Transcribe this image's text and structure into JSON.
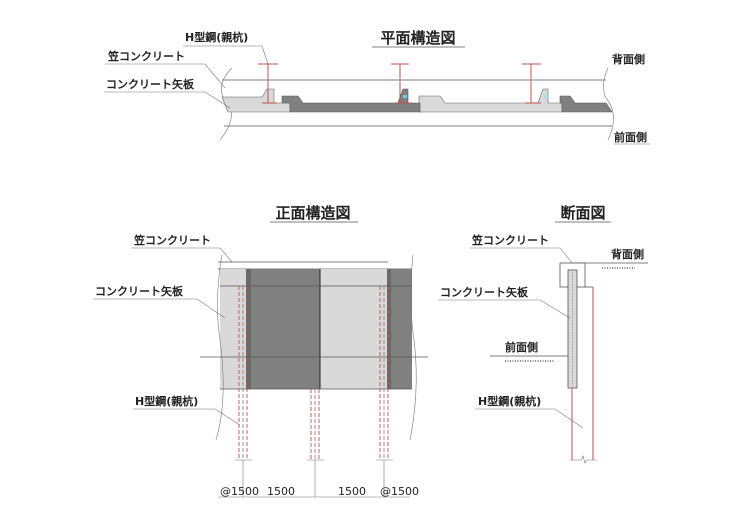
{
  "plan_view": {
    "title": "平面構造図",
    "labels": {
      "h_steel": "H型鋼(親杭)",
      "coping": "笠コンクリート",
      "panel": "コンクリート矢板",
      "back_side": "背面側",
      "front_side": "前面側"
    }
  },
  "front_view": {
    "title": "正面構造図",
    "labels": {
      "coping": "笠コンクリート",
      "panel": "コンクリート矢板",
      "h_steel": "H型鋼(親杭)"
    },
    "dimensions": [
      "@1500",
      "1500",
      "1500",
      "@1500"
    ]
  },
  "section_view": {
    "title": "断面図",
    "labels": {
      "coping": "笠コンクリート",
      "back_side": "背面側",
      "panel": "コンクリート矢板",
      "front_side": "前面側",
      "h_steel": "H型鋼(親杭)"
    }
  },
  "colors": {
    "light_panel": "#d9d9d9",
    "dark_panel": "#808080",
    "pile": "#c0504d"
  }
}
